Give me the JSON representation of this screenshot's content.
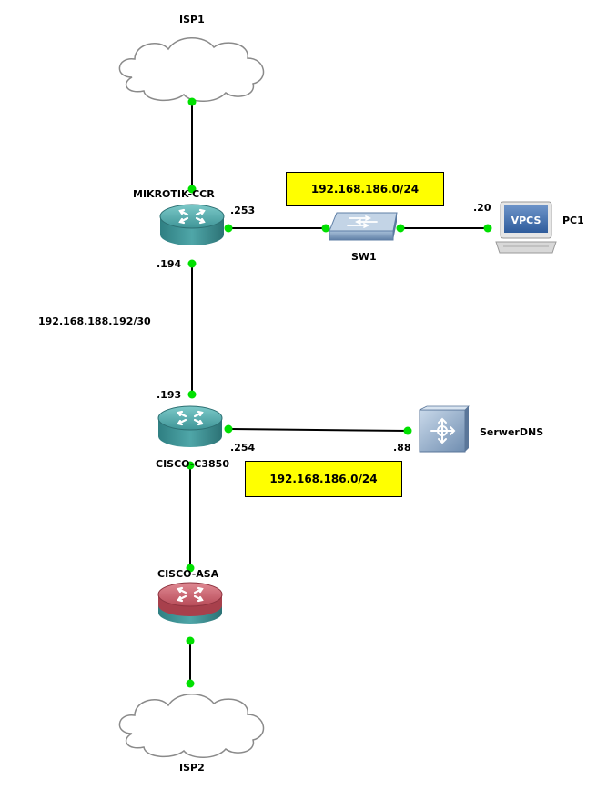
{
  "nodes": {
    "isp1": {
      "label": "ISP1"
    },
    "isp2": {
      "label": "ISP2"
    },
    "mikrotik": {
      "label": "MIKROTIK-CCR"
    },
    "sw1": {
      "label": "SW1"
    },
    "pc1": {
      "label": "PC1",
      "screen_text": "VPCS"
    },
    "c3850": {
      "label": "CISCO-C3850"
    },
    "dns": {
      "label": "SerwerDNS"
    },
    "asa": {
      "label": "CISCO-ASA"
    }
  },
  "interfaces": {
    "mikrotik_lan": ".253",
    "mikrotik_wan": ".194",
    "c3850_up": ".193",
    "c3850_lan": ".254",
    "pc1": ".20",
    "dns": ".88"
  },
  "subnets": {
    "top_note": "192.168.186.0/24",
    "link_label": "192.168.188.192/30",
    "bottom_note": "192.168.186.0/24"
  },
  "colors": {
    "port_dot": "#00e000",
    "note_fill": "#ffff00",
    "router_teal": "#4a9ea0",
    "asa_red": "#c05a66"
  }
}
